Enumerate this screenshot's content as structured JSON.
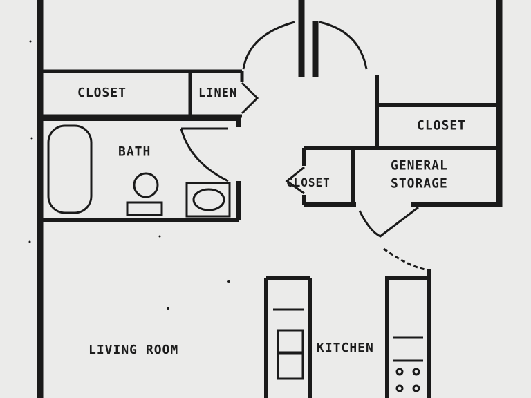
{
  "plan": {
    "ink_color": "#1a1a1a",
    "paper_color": "#ebebea",
    "rooms": {
      "closet_left": "CLOSET",
      "linen": "LINEN",
      "closet_right": "CLOSET",
      "bath": "BATH",
      "closet_middle": "CLOSET",
      "general_storage_line1": "GENERAL",
      "general_storage_line2": "STORAGE",
      "living_room": "LIVING ROOM",
      "kitchen": "KITCHEN"
    },
    "fixtures": [
      "bathtub",
      "toilet",
      "sink",
      "refrigerator",
      "stove",
      "kitchen-sink"
    ]
  }
}
